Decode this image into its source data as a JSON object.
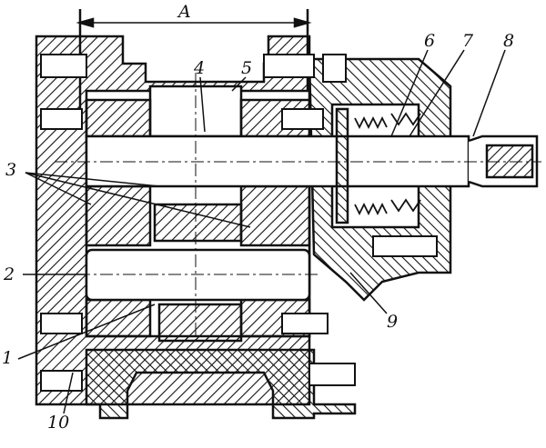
{
  "figure": {
    "dimension_label": "A",
    "callouts": [
      "1",
      "2",
      "3",
      "4",
      "5",
      "6",
      "7",
      "8",
      "9",
      "10"
    ]
  },
  "colors": {
    "ink": "#111111",
    "paper": "#ffffff"
  }
}
